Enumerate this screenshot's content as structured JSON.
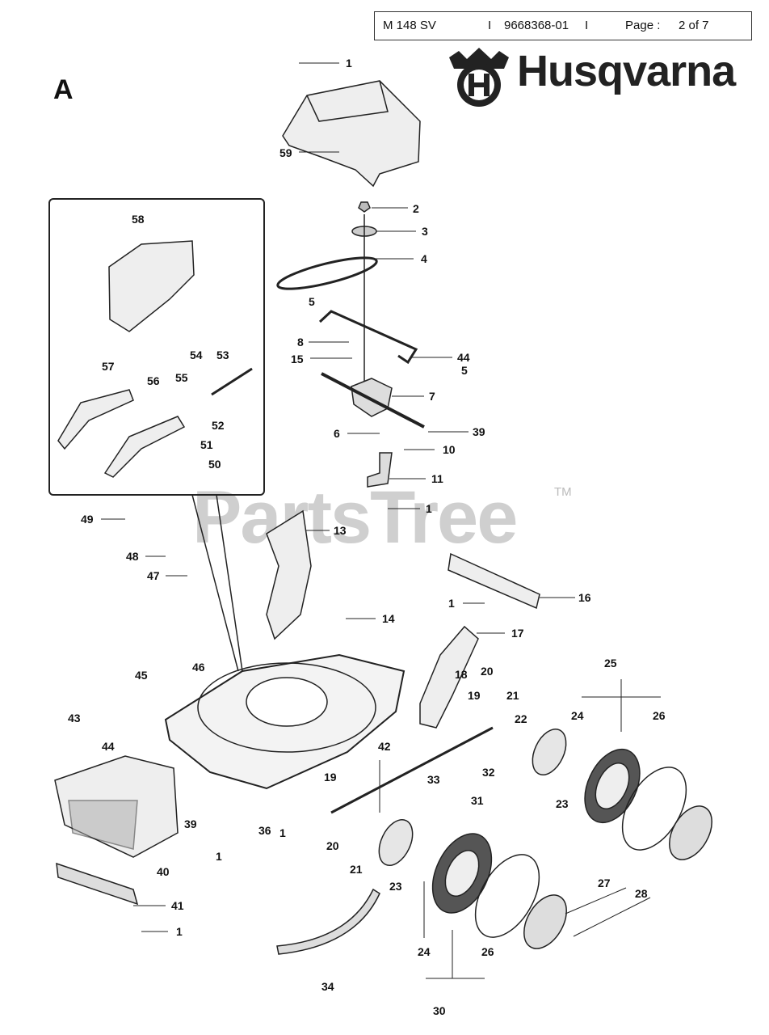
{
  "header": {
    "model": "M 148 SV",
    "sep1": "I",
    "part_number": "9668368-01",
    "sep2": "I",
    "page_label": "Page :",
    "page_value": "2 of  7"
  },
  "brand": {
    "name": "Husqvarna"
  },
  "section": "A",
  "watermark": {
    "text": "PartsTree",
    "tm": "TM"
  },
  "callouts": {
    "c1a": "1",
    "c59": "59",
    "c2": "2",
    "c3": "3",
    "c4": "4",
    "c5a": "5",
    "c8": "8",
    "c15": "15",
    "c44a": "44",
    "c5b": "5",
    "c7": "7",
    "c6": "6",
    "c39a": "39",
    "c10": "10",
    "c11": "11",
    "c1b": "1",
    "c58": "58",
    "c54": "54",
    "c53": "53",
    "c57": "57",
    "c56": "56",
    "c55": "55",
    "c52": "52",
    "c51": "51",
    "c50": "50",
    "c49": "49",
    "c13": "13",
    "c48": "48",
    "c47": "47",
    "c16": "16",
    "c1c": "1",
    "c14": "14",
    "c17": "17",
    "c45": "45",
    "c46": "46",
    "c18": "18",
    "c20a": "20",
    "c19a": "19",
    "c21a": "21",
    "c22": "22",
    "c25": "25",
    "c24a": "24",
    "c26a": "26",
    "c43": "43",
    "c44b": "44",
    "c42": "42",
    "c32": "32",
    "c23a": "23",
    "c19b": "19",
    "c33": "33",
    "c31": "31",
    "c39b": "39",
    "c36": "36",
    "c1d": "1",
    "c1e": "1",
    "c20b": "20",
    "c21b": "21",
    "c40": "40",
    "c23b": "23",
    "c27": "27",
    "c28": "28",
    "c41": "41",
    "c1f": "1",
    "c24b": "24",
    "c26b": "26",
    "c34": "34",
    "c30": "30"
  }
}
